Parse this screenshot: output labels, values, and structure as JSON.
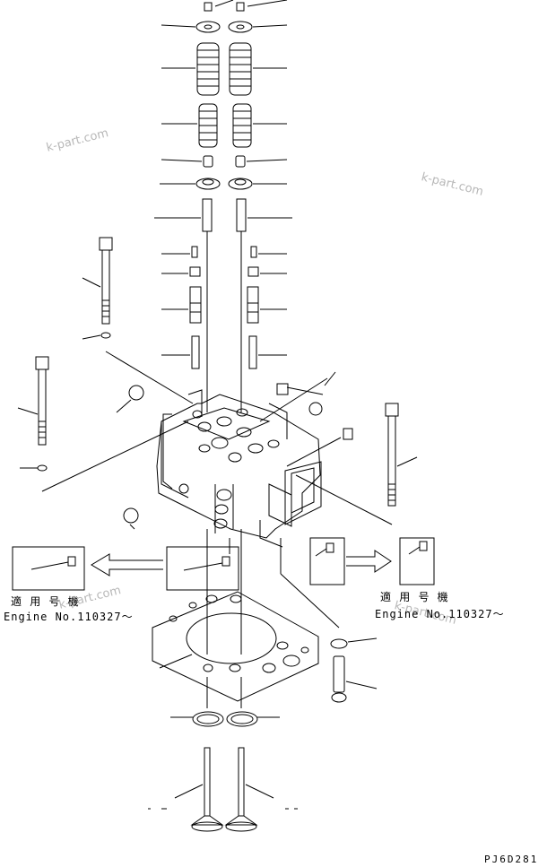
{
  "labels": {
    "left_jp": "適 用 号 機",
    "left_engine": "Engine No.110327～",
    "right_jp": "適 用 号 機",
    "right_engine": "Engine No.110327～",
    "code": "PJ6D281"
  },
  "watermarks": [
    "k-part.com",
    "k-part.com",
    "k-part.com",
    "k-part.com"
  ]
}
